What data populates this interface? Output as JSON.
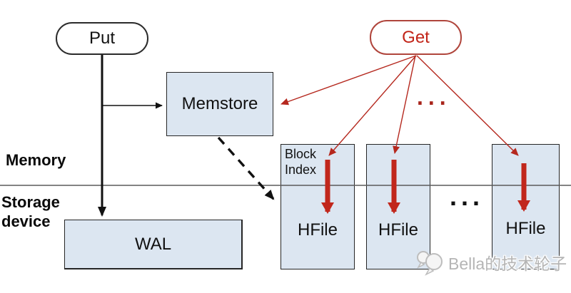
{
  "diagram": {
    "nodes": {
      "put": {
        "label": "Put",
        "shape": "stadium"
      },
      "get": {
        "label": "Get",
        "shape": "stadium"
      },
      "memstore": {
        "label": "Memstore",
        "shape": "box"
      },
      "wal": {
        "label": "WAL",
        "shape": "box"
      },
      "hfile1": {
        "label": "HFile",
        "block_index_line1": "Block",
        "block_index_line2": "Index"
      },
      "hfile2": {
        "label": "HFile"
      },
      "hfile3": {
        "label": "HFile"
      }
    },
    "region_labels": {
      "memory": "Memory",
      "storage_line1": "Storage",
      "storage_line2": "device"
    },
    "ellipsis": {
      "red": "...",
      "black": "..."
    },
    "edges": [
      {
        "from": "Put",
        "to": "WAL",
        "style": "thick solid black arrow down"
      },
      {
        "from": "Put",
        "to": "Memstore",
        "style": "thin solid black arrow right"
      },
      {
        "from": "Memstore",
        "to": "HFile 1",
        "style": "thick dashed black arrow (flush)"
      },
      {
        "from": "Get",
        "to": "Memstore",
        "style": "thin red arrow"
      },
      {
        "from": "Get",
        "to": "HFile 1 block index",
        "style": "thin red arrow feeding thick red down-arrow"
      },
      {
        "from": "Get",
        "to": "HFile 2 block index",
        "style": "thin red arrow feeding thick red down-arrow"
      },
      {
        "from": "Get",
        "to": "HFile 3 block index",
        "style": "thin red arrow feeding thick red down-arrow"
      }
    ],
    "colors": {
      "box_fill": "#dce6f1",
      "box_border": "#262626",
      "black_line": "#111111",
      "red_line": "#b5281e",
      "red_thick_arrow": "#c1271c",
      "separator_line": "#5a5a5a",
      "get_text": "#c22418",
      "watermark_grey": "#b5b5b5",
      "background": "#ffffff"
    }
  },
  "watermark": {
    "text": "Bella的技术轮子",
    "logo": "speech-bubbles-icon"
  }
}
